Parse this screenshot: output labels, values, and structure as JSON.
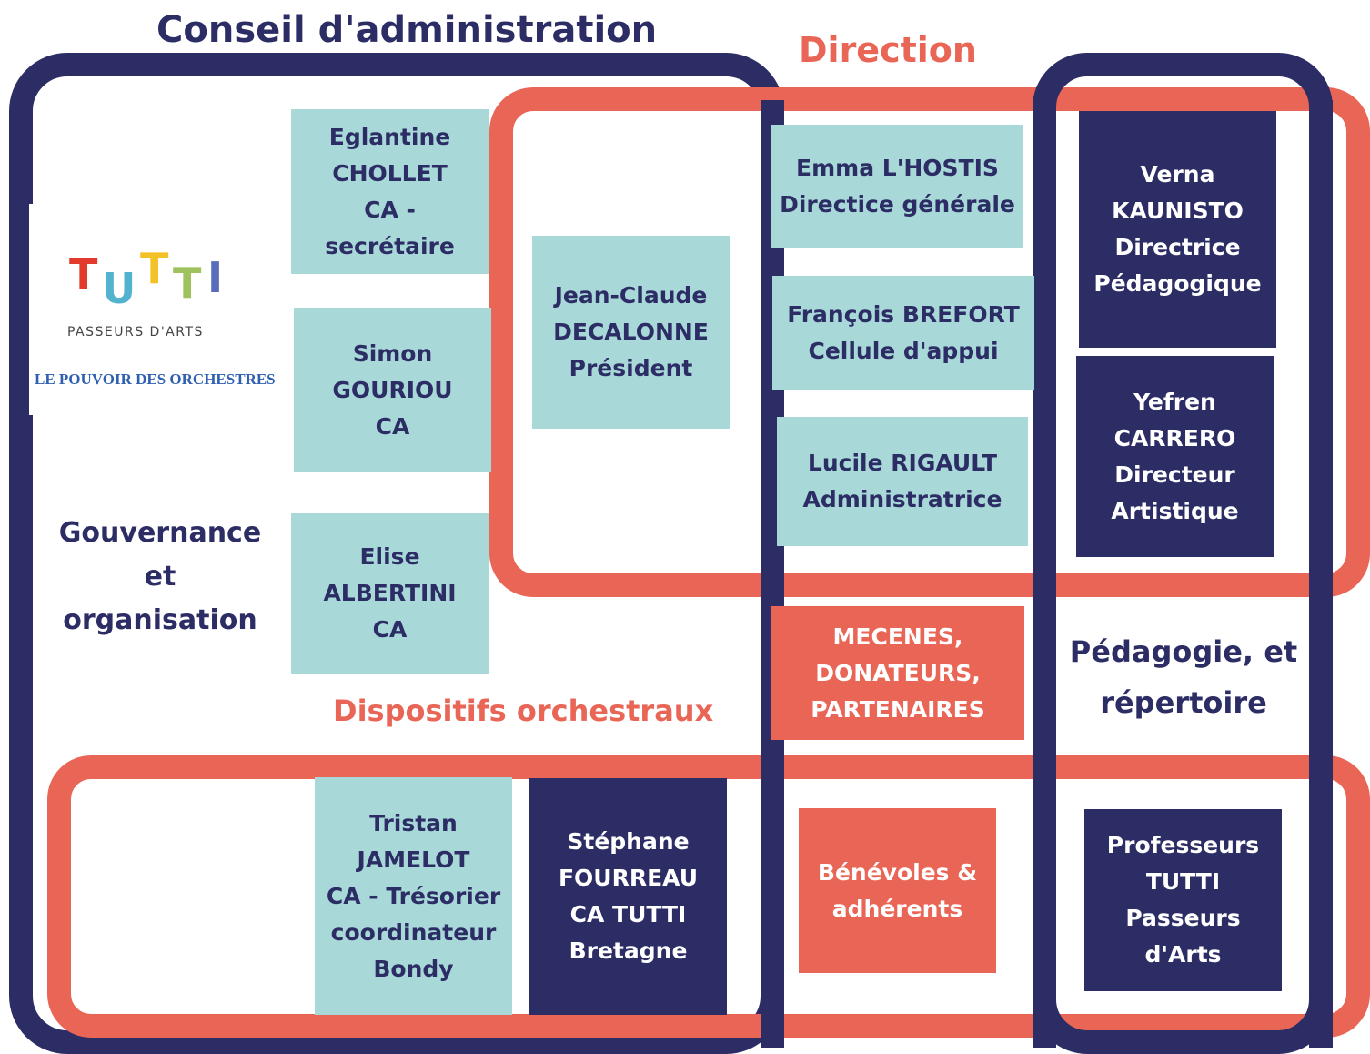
{
  "headings": {
    "conseil": "Conseil d'administration",
    "direction": "Direction",
    "gouvernance": [
      "Gouvernance",
      "et",
      "organisation"
    ],
    "dispositifs": "Dispositifs orchestraux",
    "pedagogie": [
      "Pédagogie, et",
      "répertoire"
    ]
  },
  "logo": {
    "letters": [
      "T",
      "U",
      "T",
      "T",
      "I"
    ],
    "tagline": "PASSEURS D'ARTS",
    "subtitle": "LE POUVOIR DES ORCHESTRES"
  },
  "boxes": {
    "eglantine": [
      "Eglantine",
      "CHOLLET",
      "CA -",
      "secrétaire"
    ],
    "simon": [
      "Simon",
      "GOURIOU",
      "CA"
    ],
    "elise": [
      "Elise",
      "ALBERTINI",
      "CA"
    ],
    "jeanclaude": [
      "Jean-Claude",
      "DECALONNE",
      "Président"
    ],
    "emma": [
      "Emma L'HOSTIS",
      "Directice générale"
    ],
    "francois": [
      "François BREFORT",
      "Cellule d'appui"
    ],
    "lucile": [
      "Lucile RIGAULT",
      "Administratrice"
    ],
    "verna": [
      "Verna",
      "KAUNISTO",
      "Directrice",
      "Pédagogique"
    ],
    "yefren": [
      "Yefren",
      "CARRERO",
      "Directeur",
      "Artistique"
    ],
    "mecenes": [
      "MECENES,",
      "DONATEURS,",
      "PARTENAIRES"
    ],
    "tristan": [
      "Tristan",
      "JAMELOT",
      "CA  - Trésorier",
      "coordinateur",
      "Bondy"
    ],
    "stephane": [
      "Stéphane",
      "FOURREAU",
      "CA TUTTI",
      "Bretagne"
    ],
    "benevoles": [
      "Bénévoles &",
      "adhérents"
    ],
    "professeurs": [
      "Professeurs",
      "TUTTI",
      "Passeurs",
      "d'Arts"
    ]
  },
  "colors": {
    "navy": "#2d2d66",
    "coral": "#e96556",
    "teal": "#a8d9d8",
    "logo_t1": "#e23b2e",
    "logo_u": "#53b3cf",
    "logo_t2": "#f3c229",
    "logo_t3": "#9fc25f",
    "logo_i": "#5a6dbb"
  }
}
